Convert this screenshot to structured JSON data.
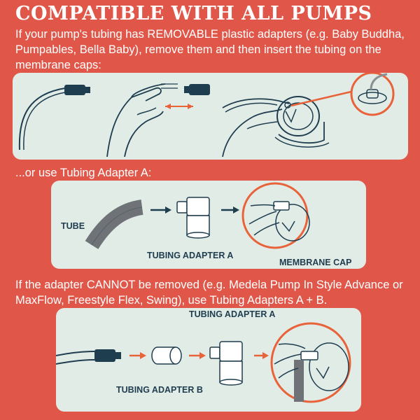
{
  "heading": "COMPATIBLE WITH ALL PUMPS",
  "intro_text": "If your pump's tubing has REMOVABLE plastic adapters  (e.g. Baby Buddha, Pumpables, Bella Baby), remove them and then insert the tubing on the membrane caps:",
  "alt_text": "...or use Tubing Adapter A:",
  "cannot_remove_text": "If the adapter CANNOT be removed (e.g. Medela Pump In Style Advance or MaxFlow, Freestyle Flex, Swing), use Tubing Adapters A + B.",
  "panel2": {
    "tube_label": "TUBE",
    "adapter_a_label": "TUBING ADAPTER A",
    "membrane_cap_label": "MEMBRANE CAP"
  },
  "panel3": {
    "adapter_a_label": "TUBING ADAPTER A",
    "adapter_b_label": "TUBING ADAPTER B"
  },
  "colors": {
    "background": "#e0574a",
    "panel": "#e2ece6",
    "navy": "#1e3d4f",
    "accent_orange": "#e8623a"
  }
}
